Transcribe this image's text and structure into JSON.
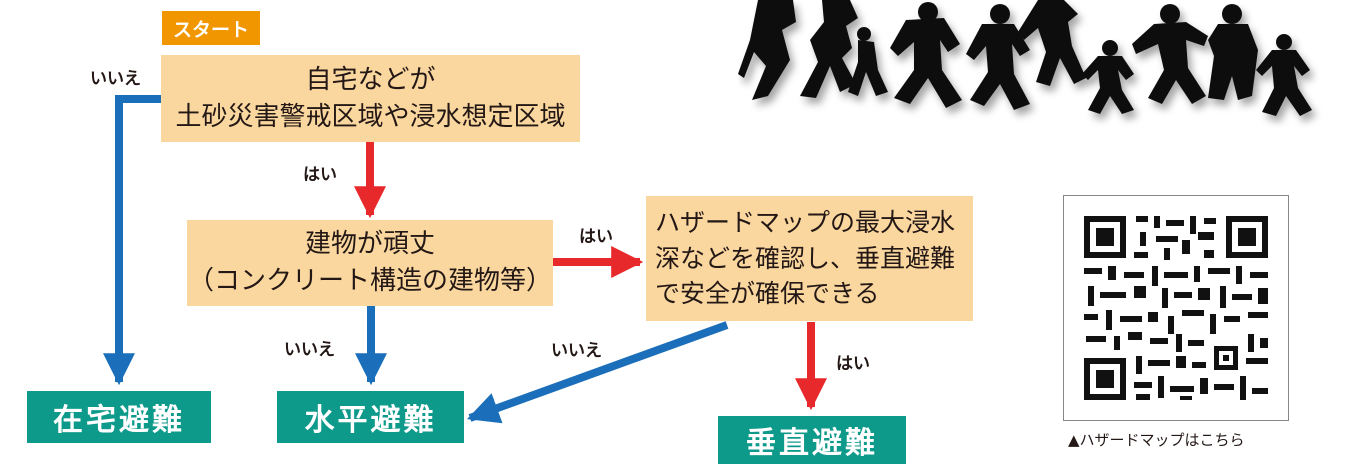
{
  "start_label": "スタート",
  "q1": {
    "line1": "自宅などが",
    "line2": "土砂災害警戒区域や浸水想定区域"
  },
  "q2": {
    "line1": "建物が頑丈",
    "line2": "（コンクリート構造の建物等）"
  },
  "q3": {
    "line1": "ハザードマップの最大浸水",
    "line2": "深などを確認し、垂直避難",
    "line3": "で安全が確保できる"
  },
  "labels": {
    "q1_no": "いいえ",
    "q1_yes": "はい",
    "q2_yes": "はい",
    "q2_no": "いいえ",
    "q3_no": "いいえ",
    "q3_yes": "はい"
  },
  "results": {
    "home": "在宅避難",
    "horizontal": "水平避難",
    "vertical": "垂直避難"
  },
  "qr_caption": "▲ハザードマップはこちら",
  "colors": {
    "start": "#f29600",
    "box": "#fbd7a0",
    "result": "#0d9a8a",
    "yes_arrow": "#e8292b",
    "no_arrow": "#1b6fba"
  }
}
